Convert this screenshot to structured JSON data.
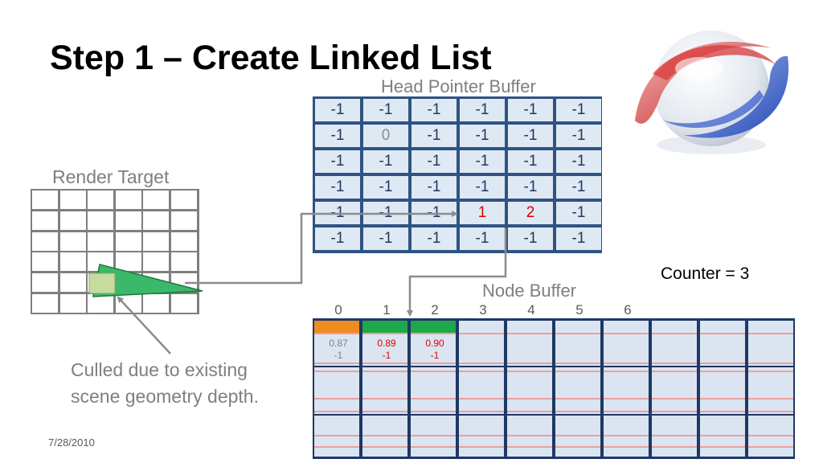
{
  "slide": {
    "title": "Step 1 – Create Linked List",
    "date": "7/28/2010"
  },
  "head_pointer_buffer": {
    "label": "Head Pointer Buffer",
    "rows": [
      [
        "-1",
        "-1",
        "-1",
        "-1",
        "-1",
        "-1"
      ],
      [
        "-1",
        "0",
        "-1",
        "-1",
        "-1",
        "-1"
      ],
      [
        "-1",
        "-1",
        "-1",
        "-1",
        "-1",
        "-1"
      ],
      [
        "-1",
        "-1",
        "-1",
        "-1",
        "-1",
        "-1"
      ],
      [
        "-1",
        "-1",
        "-1",
        "1",
        "2",
        "-1"
      ],
      [
        "-1",
        "-1",
        "-1",
        "-1",
        "-1",
        "-1"
      ]
    ]
  },
  "render_target": {
    "label": "Render Target",
    "caption_line1": "Culled due to existing",
    "caption_line2": "scene geometry depth."
  },
  "counter": {
    "text": "Counter = 3"
  },
  "node_buffer": {
    "label": "Node Buffer",
    "indices": [
      "0",
      "1",
      "2",
      "3",
      "4",
      "5",
      "6"
    ],
    "nodes": [
      {
        "depth": "0.87",
        "next": "-1",
        "color": "#f08c1e"
      },
      {
        "depth": "0.89",
        "next": "-1",
        "color": "#1fa84a"
      },
      {
        "depth": "0.90",
        "next": "-1",
        "color": "#1fa84a"
      }
    ]
  },
  "colors": {
    "grid_border": "#2f5382",
    "cell_fill": "#dfe9f4",
    "highlight_text": "#e00000",
    "triangle": "#3cb86a",
    "culled_fragment": "#c5dba0",
    "node_line": "#e8a0a0"
  }
}
